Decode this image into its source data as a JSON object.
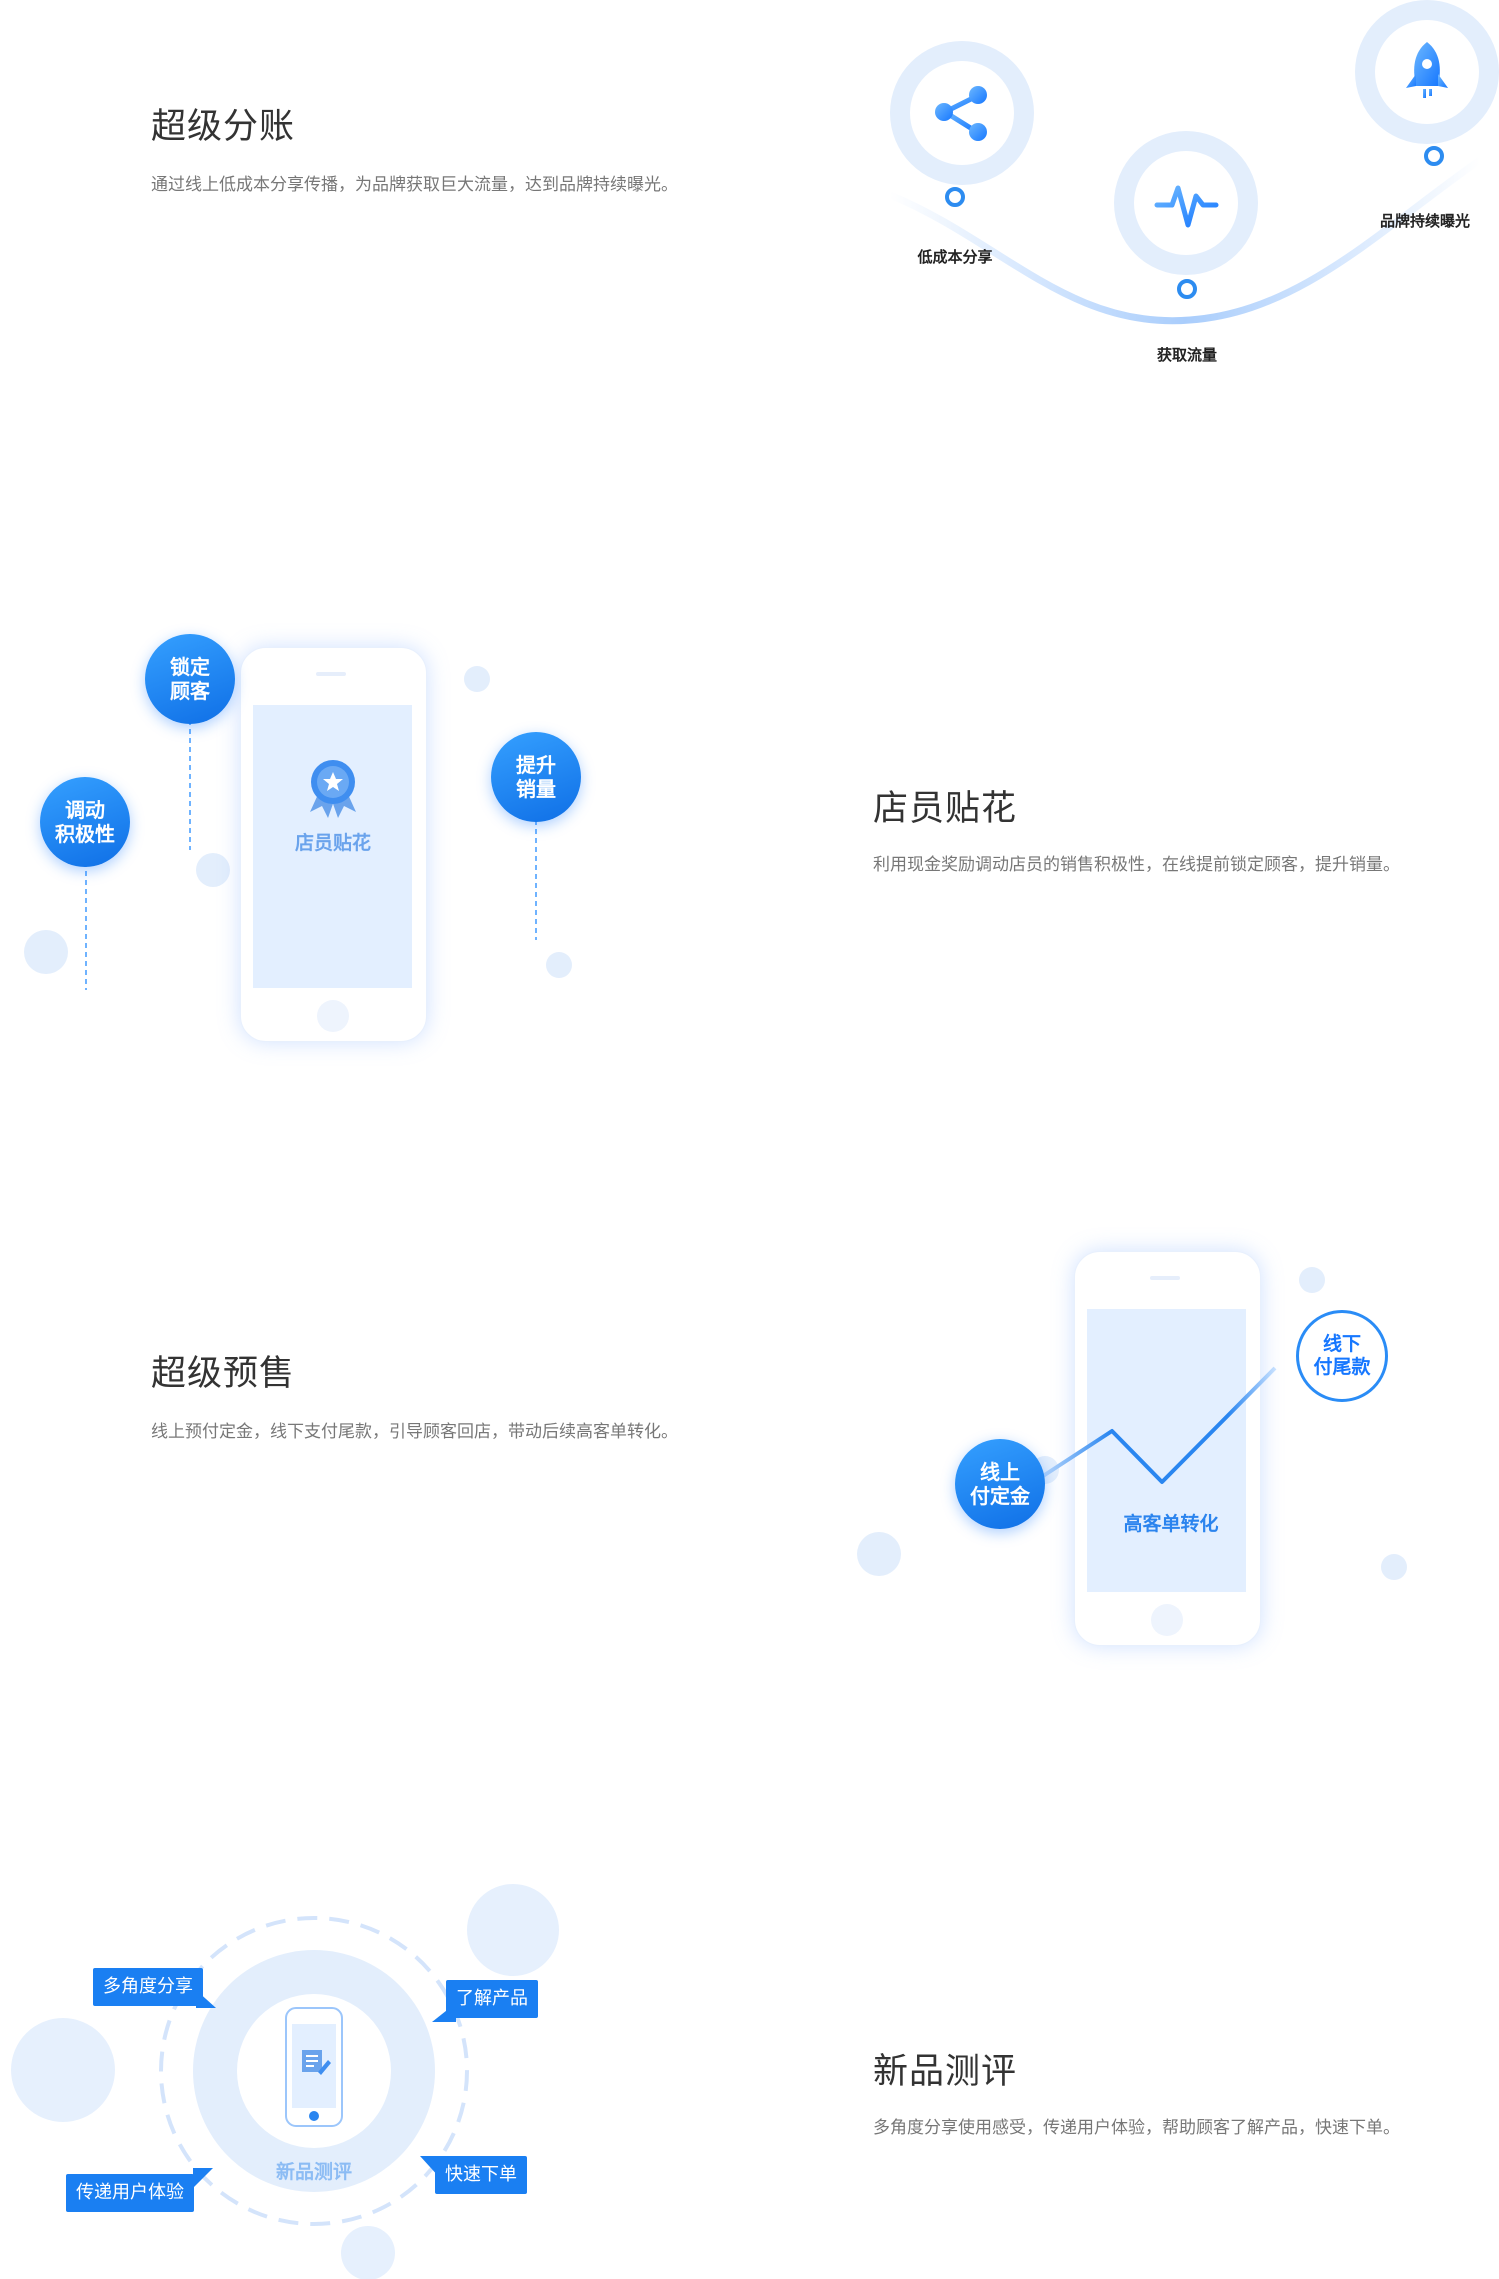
{
  "sections": [
    {
      "title": "超级分账",
      "desc": "通过线上低成本分享传播，为品牌获取巨大流量，达到品牌持续曝光。",
      "nodes": [
        {
          "label": "低成本分享",
          "icon": "share-icon"
        },
        {
          "label": "获取流量",
          "icon": "pulse-icon"
        },
        {
          "label": "品牌持续曝光",
          "icon": "rocket-icon"
        }
      ]
    },
    {
      "title": "店员贴花",
      "desc": "利用现金奖励调动店员的销售积极性，在线提前锁定顾客，提升销量。",
      "phone_label": "店员贴花",
      "bubbles": [
        "锁定\n顾客",
        "调动\n积极性",
        "提升\n销量"
      ]
    },
    {
      "title": "超级预售",
      "desc": "线上预付定金，线下支付尾款，引导顾客回店，带动后续高客单转化。",
      "phone_label": "高客单转化",
      "bubbles": [
        "线上\n付定金",
        "线下\n付尾款"
      ]
    },
    {
      "title": "新品测评",
      "desc": "多角度分享使用感受，传递用户体验，帮助顾客了解产品，快速下单。",
      "center_label": "新品测评",
      "tags": [
        "多角度分享",
        "了解产品",
        "传递用户体验",
        "快速下单"
      ]
    }
  ],
  "colors": {
    "accent": "#1a7ff2",
    "light": "#e3efff",
    "title": "#333333",
    "desc": "#777777"
  }
}
